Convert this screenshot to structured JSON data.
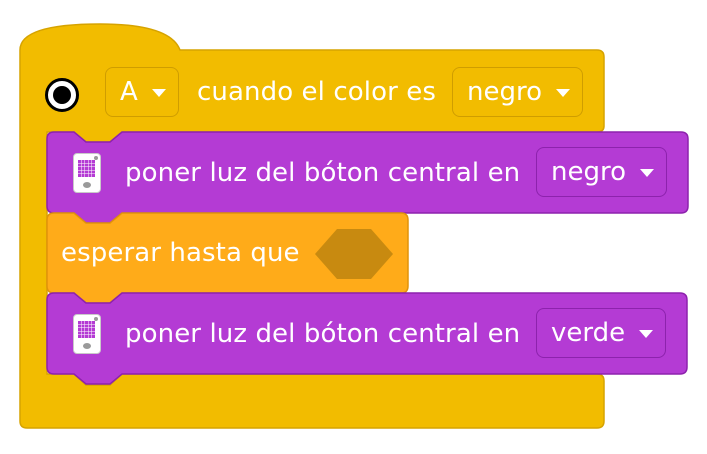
{
  "hat_block": {
    "port_value": "A",
    "label": "cuando el color es",
    "color_value": "negro"
  },
  "blocks": [
    {
      "label": "poner luz del bóton central en",
      "value": "negro"
    },
    {
      "label": "esperar hasta que"
    },
    {
      "label": "poner luz del bóton central en",
      "value": "verde"
    }
  ],
  "icons": {
    "sensor": "color-sensor-icon",
    "hub": "hub-light-icon",
    "dropdown": "caret-down-icon"
  },
  "colors": {
    "events": "#f2bc00",
    "light": "#b43bd4",
    "control": "#ffab19",
    "slot": "#c88a10"
  }
}
